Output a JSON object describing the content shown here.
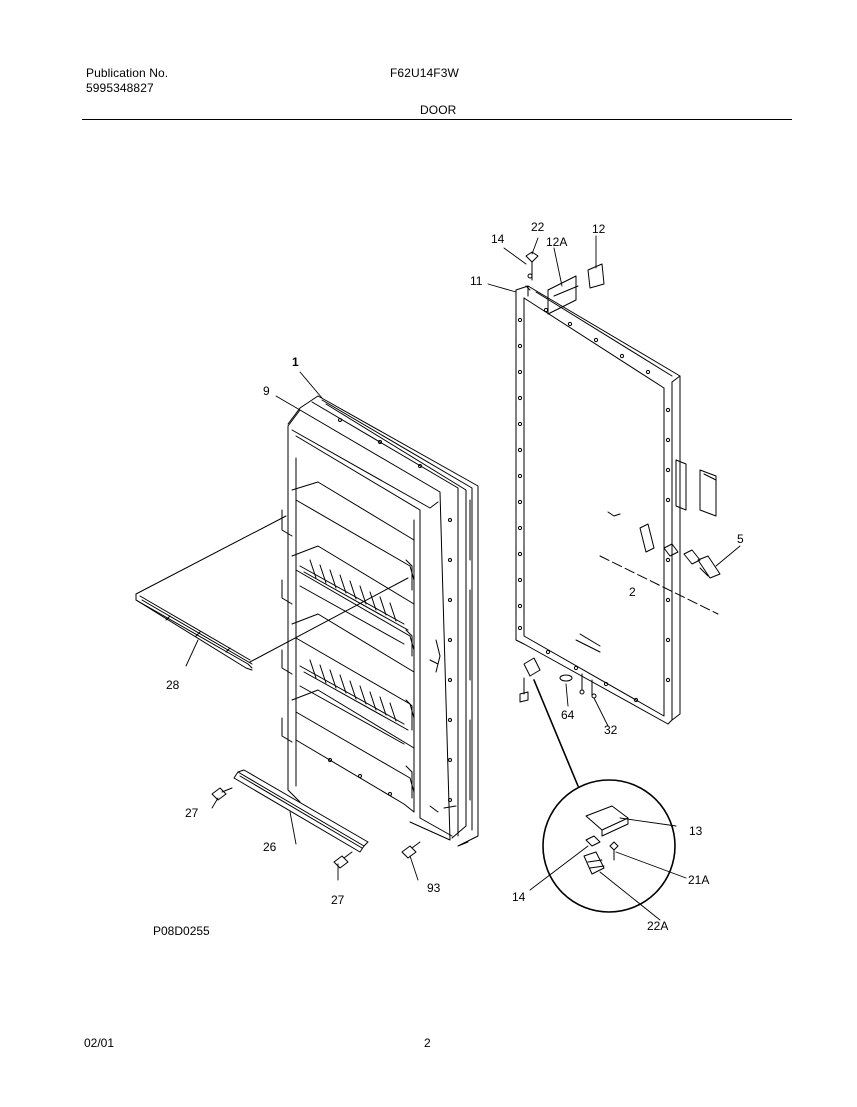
{
  "header": {
    "publication_label": "Publication No.",
    "publication_number": "5995348827",
    "model": "F62U14F3W",
    "section": "DOOR"
  },
  "diagram": {
    "code": "P08D0255",
    "callouts": {
      "c1": "1",
      "c9": "9",
      "c28": "28",
      "c27a": "27",
      "c26": "26",
      "c27b": "27",
      "c93": "93",
      "c14top": "14",
      "c22": "22",
      "c12A": "12A",
      "c12": "12",
      "c11": "11",
      "c5": "5",
      "c2": "2",
      "c64": "64",
      "c32": "32",
      "c13": "13",
      "c21A": "21A",
      "c14bot": "14",
      "c22A": "22A"
    }
  },
  "footer": {
    "date": "02/01",
    "page": "2"
  }
}
